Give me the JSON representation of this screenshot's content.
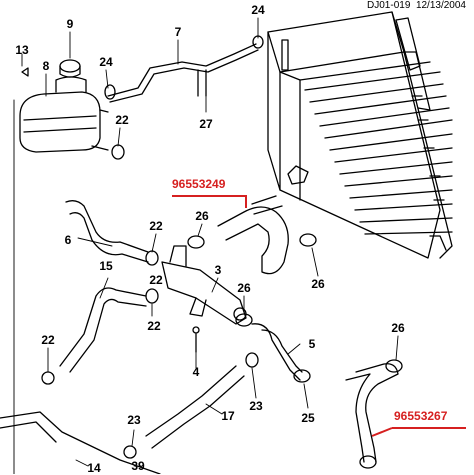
{
  "header": {
    "drawing_id": "DJ01-019",
    "date": "12/13/2004"
  },
  "part_numbers": [
    {
      "value": "96553249",
      "color": "#d62020"
    },
    {
      "value": "96553267",
      "color": "#d62020"
    }
  ],
  "callouts": {
    "c1": "9",
    "c2": "24",
    "c3": "13",
    "c4": "8",
    "c5": "24",
    "c6": "7",
    "c7": "27",
    "c8": "22",
    "c9": "26",
    "c10": "22",
    "c11": "6",
    "c12": "15",
    "c13": "3",
    "c14": "26",
    "c15": "22",
    "c16": "22",
    "c17": "26",
    "c18": "26",
    "c19": "5",
    "c20": "4",
    "c21": "23",
    "c22": "17",
    "c23": "25",
    "c24": "23",
    "c25": "39",
    "c26": "14"
  }
}
